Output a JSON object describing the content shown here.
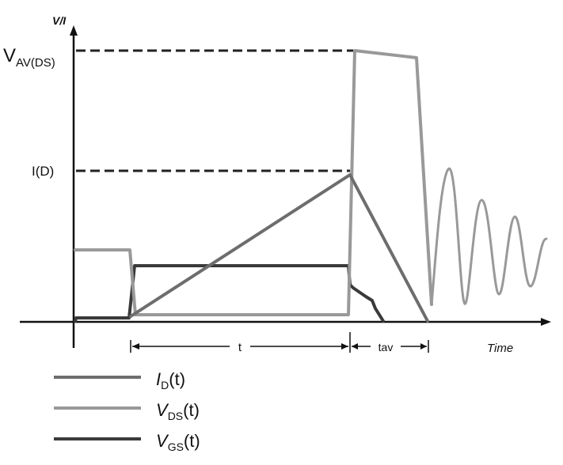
{
  "labels": {
    "y_axis": "V/I",
    "x_axis": "Time",
    "vav_main": "V",
    "vav_sub": "AV(DS)",
    "id_level": "I(D)",
    "t": "t",
    "tav": "tav"
  },
  "legend": [
    {
      "main": "I",
      "sub": "D",
      "suffix": "(t)",
      "color": "#6d6d6d"
    },
    {
      "main": "V",
      "sub": "DS",
      "suffix": "(t)",
      "color": "#999999"
    },
    {
      "main": "V",
      "sub": "GS",
      "suffix": "(t)",
      "color": "#3a3a3a"
    }
  ],
  "colors": {
    "id": "#6d6d6d",
    "vds": "#999999",
    "vgs": "#3a3a3a",
    "axis": "#111111"
  }
}
